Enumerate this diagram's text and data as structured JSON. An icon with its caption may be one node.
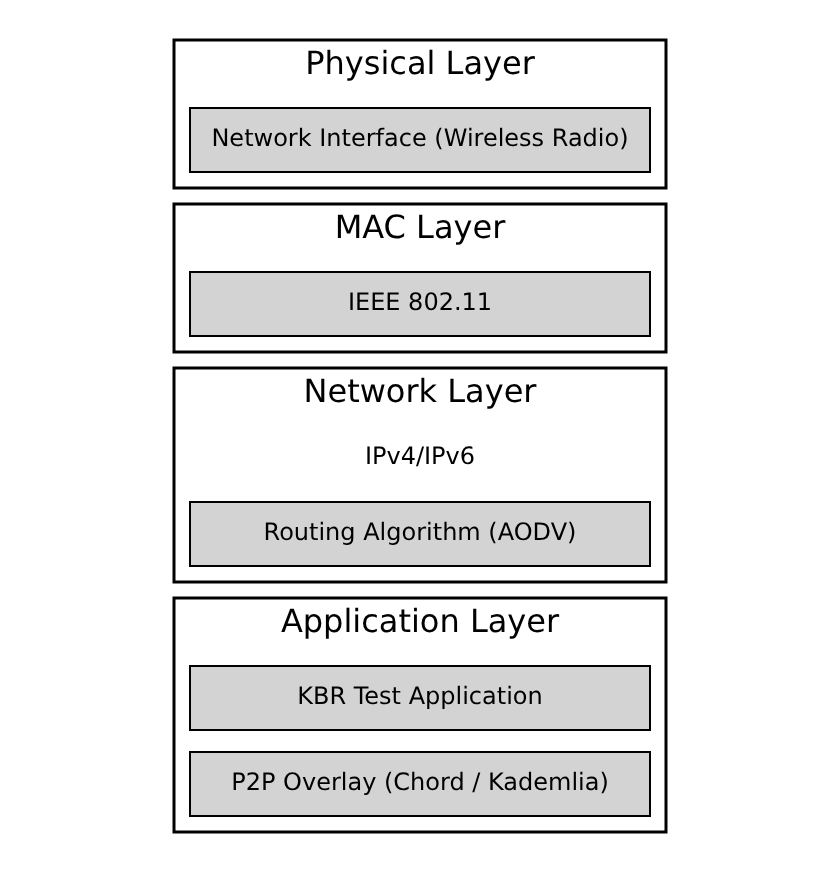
{
  "diagram": {
    "nodes": [
      {
        "text": [
          "Application Layer"
        ]
      },
      {
        "text": [
          "KBR Test Application"
        ],
        "in": 0
      },
      {
        "text": [
          "P2P Overlay (Chord / Kademlia)"
        ],
        "in": 0
      },
      {
        "text": [
          "Network Layer"
        ]
      },
      {
        "text": [
          "Routing Algorithm (AODV)"
        ],
        "in": 3
      },
      {
        "text": [
          "MAC Layer"
        ]
      },
      {
        "text": [
          "IEEE 802.11"
        ],
        "in": 5
      },
      {
        "text": [
          "Physical Layer"
        ]
      },
      {
        "text": [
          "Network Interface (Wireless Radio)"
        ],
        "in": 7
      }
    ],
    "edges": [],
    "labels": [
      "IPv4/IPv6"
    ]
  }
}
